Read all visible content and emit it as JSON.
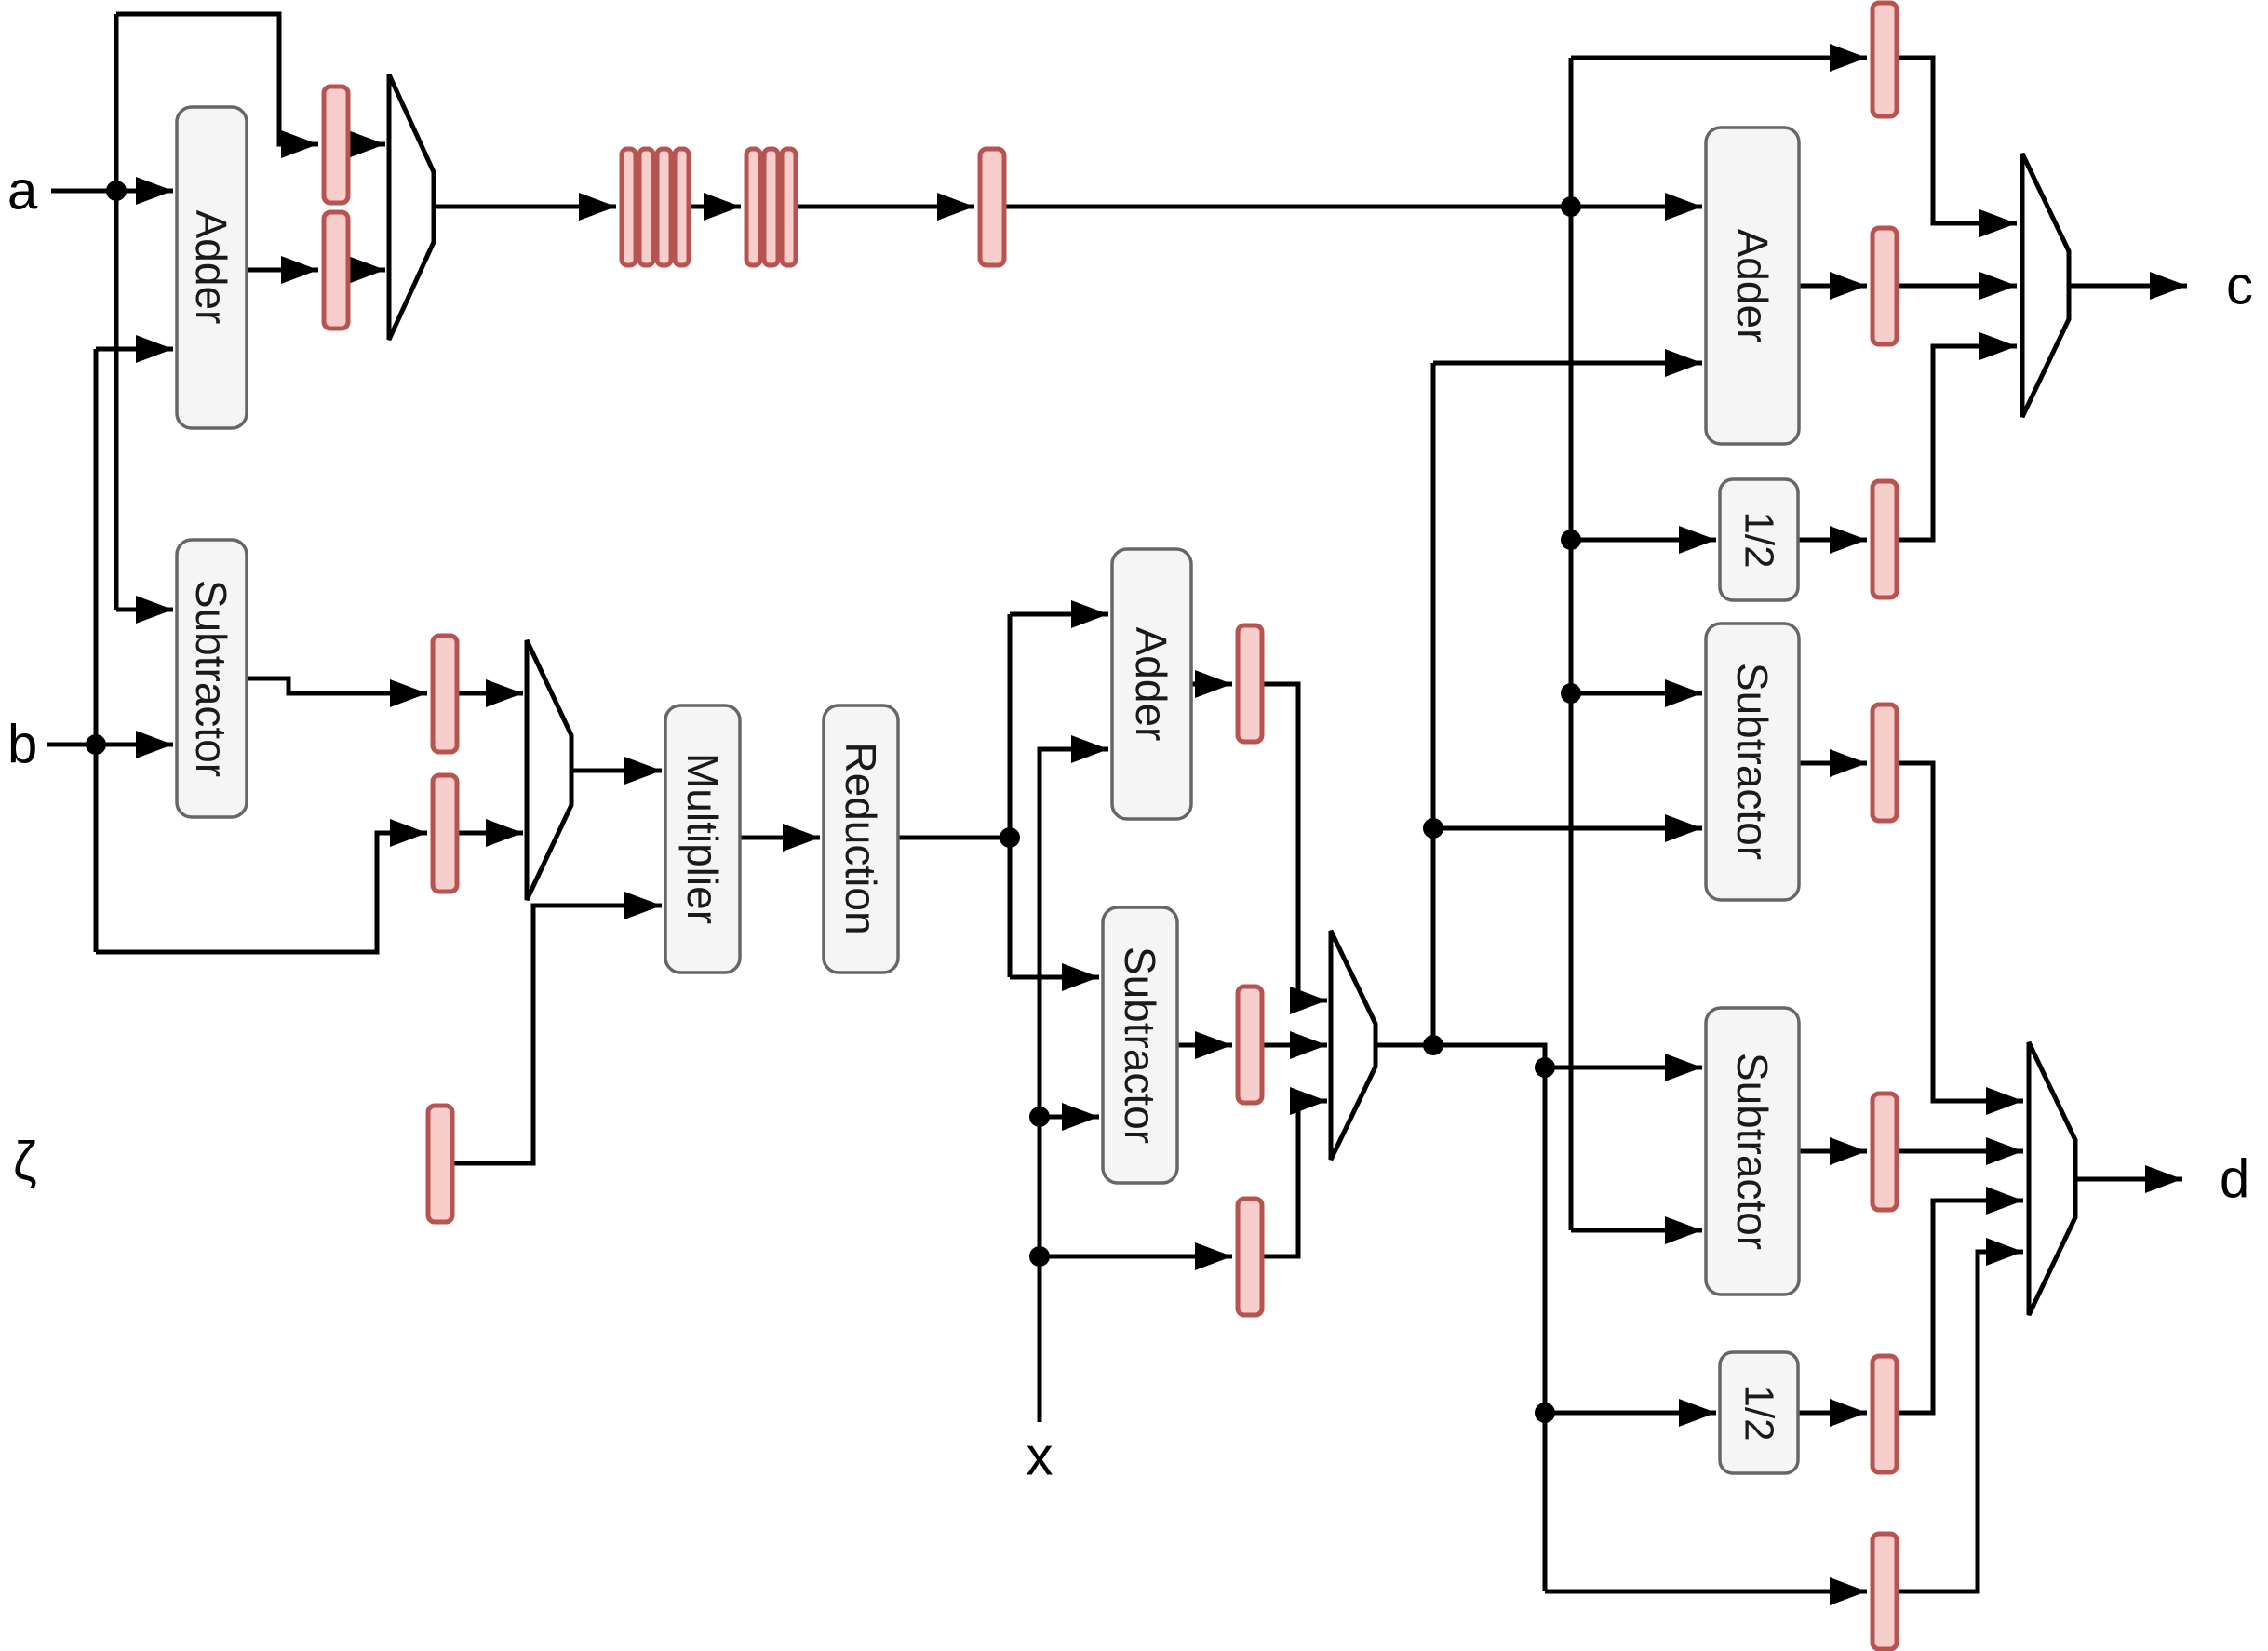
{
  "io": {
    "a": "a",
    "b": "b",
    "zeta": "ζ",
    "x": "x",
    "c": "c",
    "d": "d"
  },
  "blocks": {
    "adder_left": "Adder",
    "subtractor_left": "Subtractor",
    "multiplier": "Multiplier",
    "reduction": "Reduction",
    "adder_mid": "Adder",
    "subtractor_mid": "Subtractor",
    "adder_right": "Adder",
    "half_top": "1/2",
    "subtractor_right_top": "Subtractor",
    "subtractor_right_bottom": "Subtractor",
    "half_bottom": "1/2"
  },
  "legend": {
    "register_icon": "pipeline-register",
    "mux_icon": "multiplexer",
    "register_count": 20,
    "mux_count": 5
  },
  "colors": {
    "register_fill": "#f8cecc",
    "register_stroke": "#b85450",
    "block_fill": "#f5f5f5",
    "block_stroke": "#666666",
    "wire": "#000000",
    "background": "#ffffff"
  }
}
